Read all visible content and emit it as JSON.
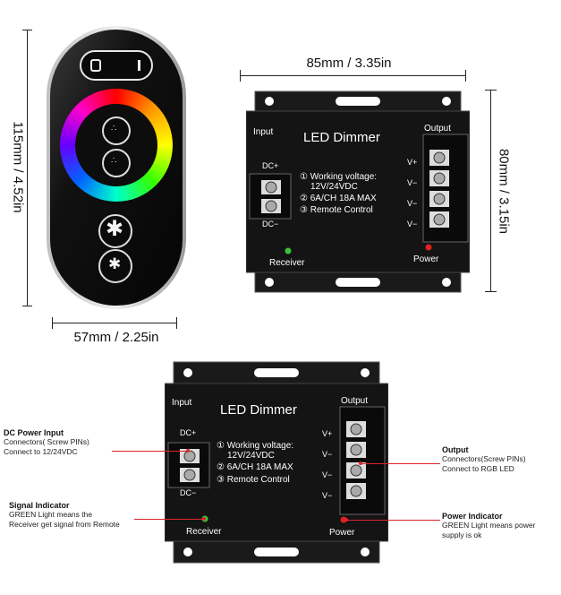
{
  "remote": {
    "height_label": "115mm / 4.52in",
    "width_label": "57mm / 2.25in"
  },
  "controller_top": {
    "width_label": "85mm / 3.35in",
    "height_label": "80mm / 3.15in",
    "title": "LED Dimmer",
    "input_label": "Input",
    "output_label": "Output",
    "dc_plus": "DC+",
    "dc_minus": "DC−",
    "spec_1": "① Working voltage:",
    "spec_1b": "12V/24VDC",
    "spec_2": "② 6A/CH  18A MAX",
    "spec_3": "③ Remote Control",
    "v_plus": "V+",
    "v_minus": "V−",
    "receiver_label": "Receiver",
    "power_label": "Power"
  },
  "controller_bottom": {
    "title": "LED Dimmer",
    "input_label": "Input",
    "output_label": "Output",
    "dc_plus": "DC+",
    "dc_minus": "DC−",
    "spec_1": "① Working voltage:",
    "spec_1b": "12V/24VDC",
    "spec_2": "② 6A/CH  18A MAX",
    "spec_3": "③ Remote Control",
    "v_plus": "V+",
    "v_minus": "V−",
    "receiver_label": "Receiver",
    "power_label": "Power"
  },
  "annotations": {
    "dc_power": {
      "title": "DC Power Input",
      "line1": "Connectors( Screw PINs)",
      "line2": "Connect to 12/24VDC"
    },
    "signal": {
      "title": "Signal Indicator",
      "line1": "GREEN Light means the",
      "line2": "Receiver get signal from Remote"
    },
    "output": {
      "title": "Output",
      "line1": "Connectors(Screw PINs)",
      "line2": "Connect to RGB LED"
    },
    "power": {
      "title": "Power Indicator",
      "line1": "GREEN Light means power",
      "line2": "supply is ok"
    }
  },
  "colors": {
    "body": "#151515",
    "accent_red": "#e0232b",
    "led_green": "#39c43b",
    "led_red": "#e02020"
  }
}
